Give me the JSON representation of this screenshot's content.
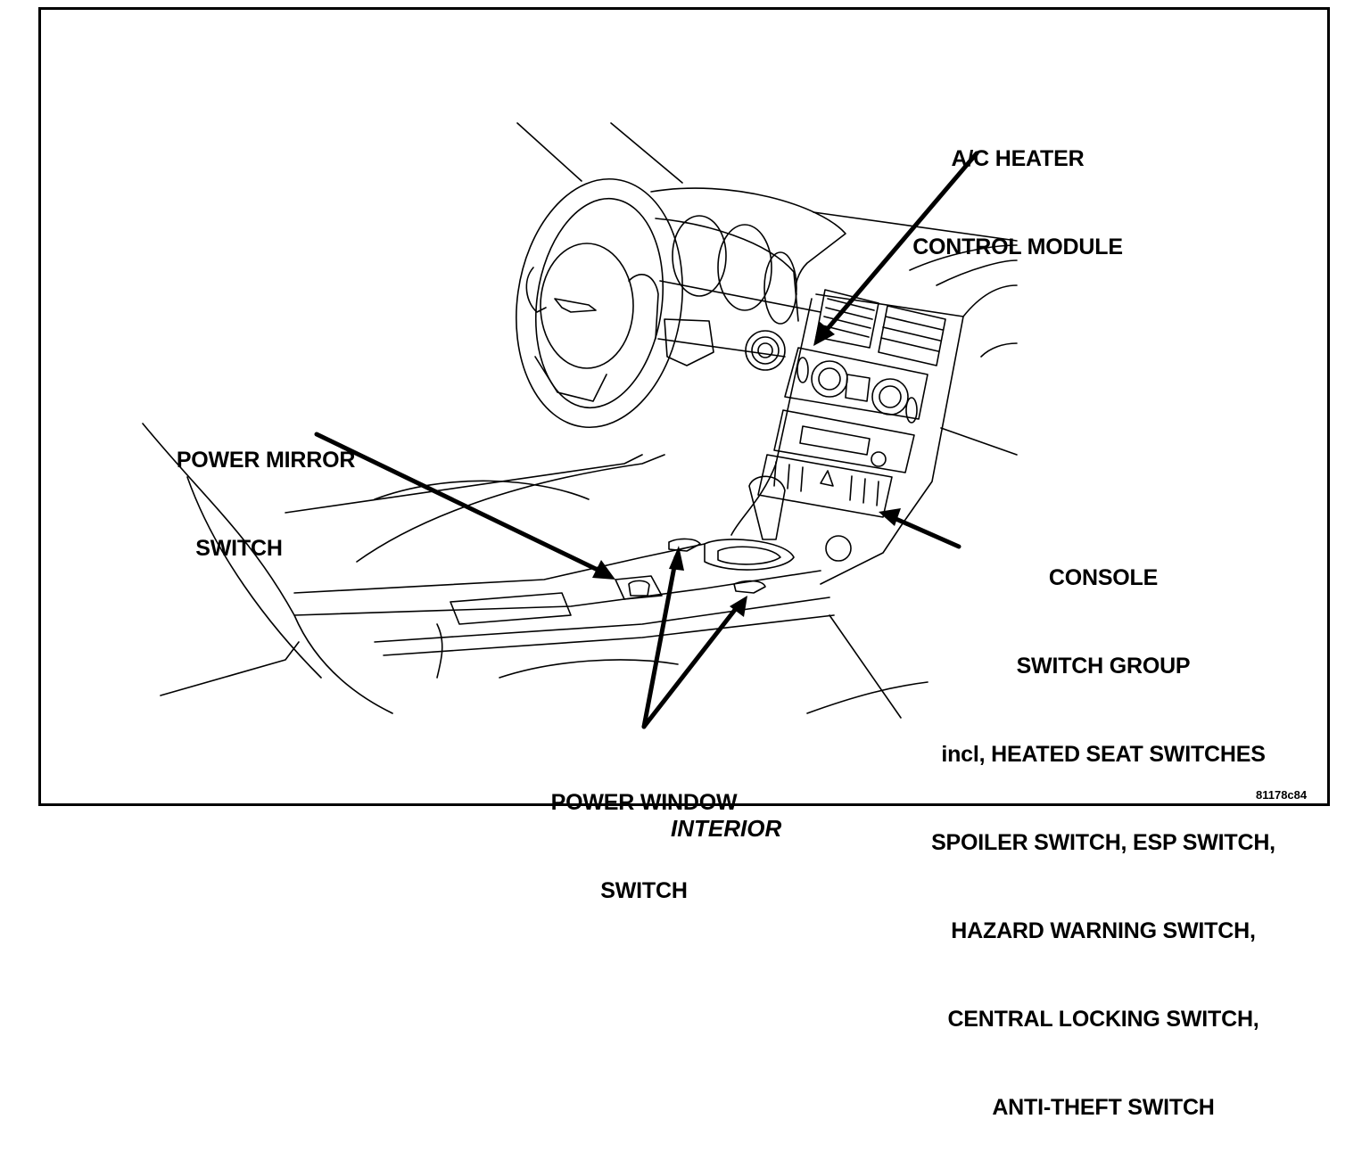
{
  "figure": {
    "caption": "INTERIOR",
    "figure_id": "81178c84",
    "callouts": [
      {
        "id": "ac-heater-control-module",
        "lines": [
          "A/C HEATER",
          "CONTROL MODULE"
        ]
      },
      {
        "id": "power-mirror-switch",
        "lines": [
          "POWER MIRROR",
          "SWITCH"
        ]
      },
      {
        "id": "console-switch-group",
        "lines": [
          "CONSOLE",
          "SWITCH GROUP",
          "incl, HEATED SEAT SWITCHES",
          "SPOILER SWITCH, ESP SWITCH,",
          "HAZARD WARNING SWITCH,",
          "CENTRAL LOCKING SWITCH,",
          "ANTI-THEFT SWITCH"
        ]
      },
      {
        "id": "power-window-switch",
        "lines": [
          "POWER WINDOW",
          "SWITCH"
        ]
      }
    ]
  }
}
